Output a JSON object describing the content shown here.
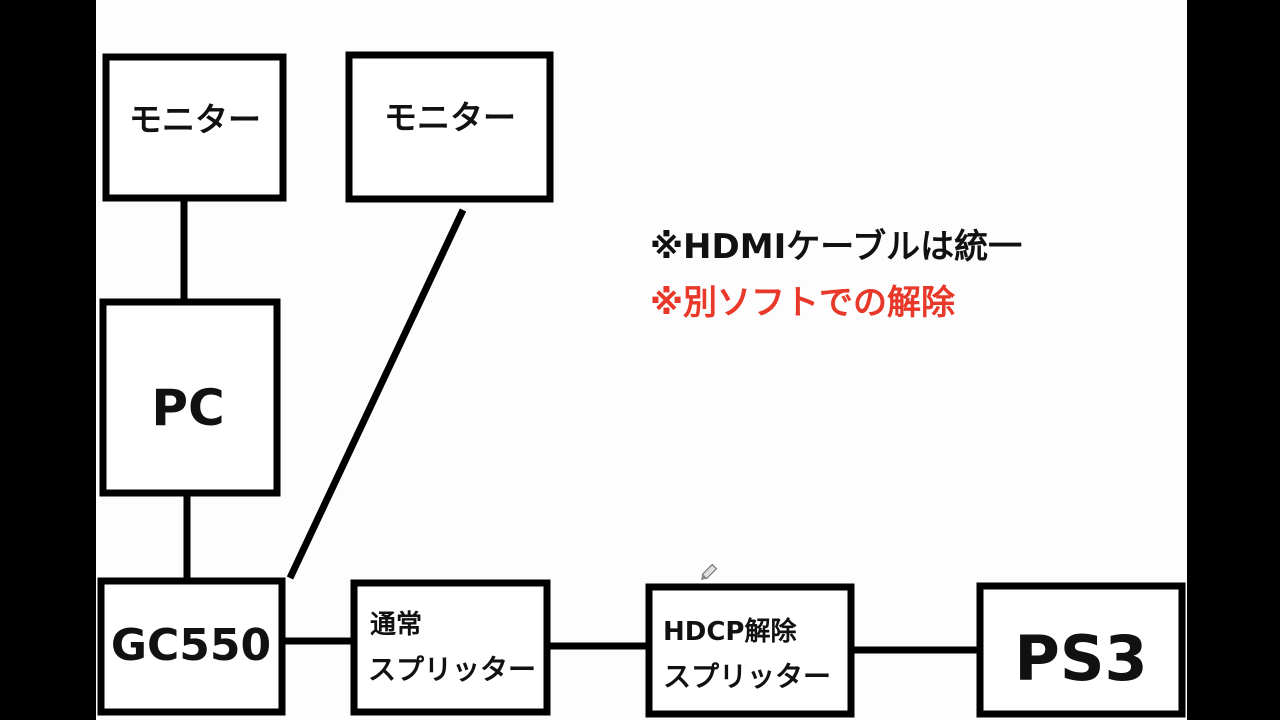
{
  "nodes": {
    "monitor_1": "モニター",
    "monitor_2": "モニター",
    "pc": "PC",
    "gc550": "GC550",
    "normal_splitter": [
      "通常",
      "スプリッター"
    ],
    "hdcp_splitter": [
      "HDCP解除",
      "スプリッター"
    ],
    "ps3": "PS3"
  },
  "notes": {
    "note_1": "※HDMIケーブルは統一",
    "note_2": "※別ソフトでの解除"
  },
  "colors": {
    "note_2": "#e8382a",
    "background": "#fdfdfd",
    "side_bars": "#000000"
  }
}
